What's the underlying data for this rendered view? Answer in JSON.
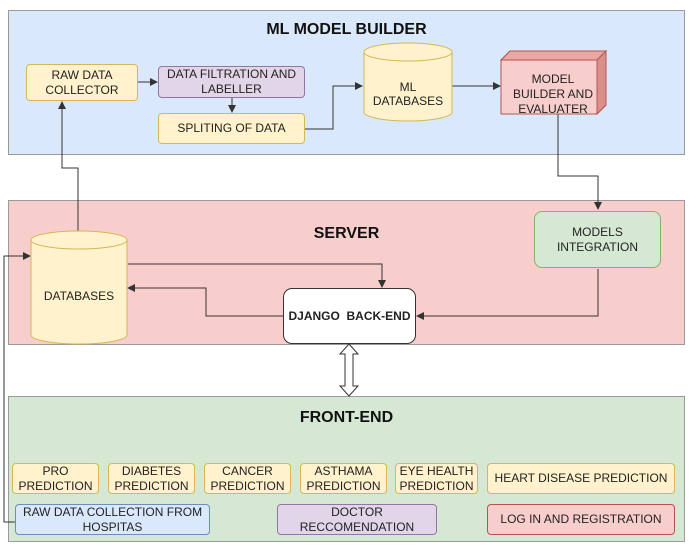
{
  "ml_builder": {
    "title": "ML MODEL BUILDER",
    "raw_data_collector": "RAW DATA COLLECTOR",
    "data_filtration": "DATA FILTRATION AND LABELLER",
    "spliting": "SPLITING OF DATA",
    "ml_databases": "ML DATABASES",
    "model_builder": "MODEL BUILDER AND EVALUATER"
  },
  "server": {
    "title": "SERVER",
    "databases": "DATABASES",
    "models_integration": "MODELS INTEGRATION",
    "django": "DJANGO  BACK-END"
  },
  "frontend": {
    "title": "FRONT-END",
    "pro": "PRO PREDICTION",
    "diabetes": "DIABETES PREDICTION",
    "cancer": "CANCER PREDICTION",
    "asthama": "ASTHAMA PREDICTION",
    "eye": "EYE HEALTH PREDICTION",
    "heart": "HEART DISEASE PREDICTION",
    "raw_collection": "RAW DATA COLLECTION FROM HOSPITAS",
    "doctor": "DOCTOR RECCOMENDATION",
    "login": "LOG IN AND REGISTRATION"
  },
  "colors": {
    "ml_panel": "#dae8fc",
    "server_panel": "#f8cecc",
    "front_panel": "#d5e8d4"
  }
}
